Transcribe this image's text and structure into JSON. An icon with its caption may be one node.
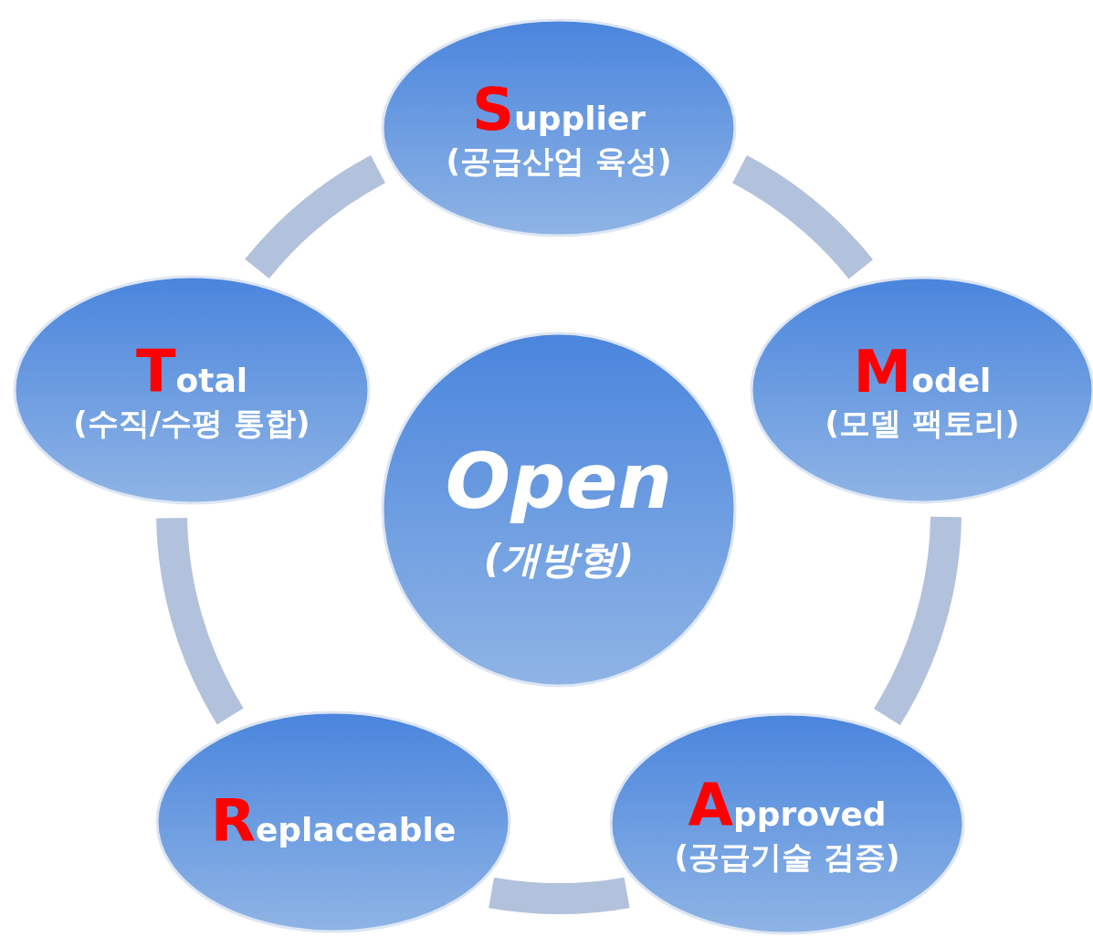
{
  "diagram": {
    "nodes": [
      {
        "text": [
          "Supplier",
          "(공급산업 육성)"
        ]
      },
      {
        "text": [
          "Model",
          "(모델 팩토리)"
        ]
      },
      {
        "text": [
          "Approved",
          "(공급기술 검증)"
        ]
      },
      {
        "text": [
          "Replaceable"
        ]
      },
      {
        "text": [
          "Total",
          "(수직/수평 통합)"
        ]
      },
      {
        "text": [
          "Open",
          "(개방형)"
        ]
      }
    ],
    "edges": [
      {
        "from": 0,
        "to": 1,
        "arrow": "none"
      },
      {
        "from": 1,
        "to": 2,
        "arrow": "none"
      },
      {
        "from": 2,
        "to": 3,
        "arrow": "none"
      },
      {
        "from": 3,
        "to": 4,
        "arrow": "none"
      },
      {
        "from": 4,
        "to": 0,
        "arrow": "none"
      }
    ]
  }
}
